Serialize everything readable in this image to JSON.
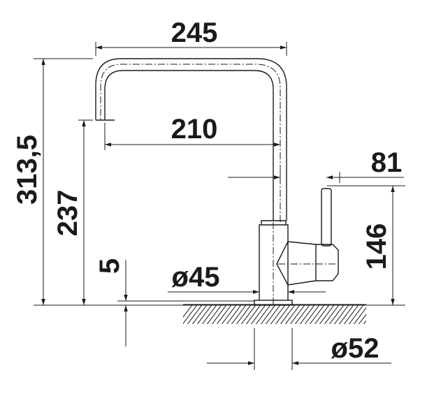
{
  "dimensions": {
    "width_total": "245",
    "spout_reach": "210",
    "handle_offset": "81",
    "height_total": "313,5",
    "spout_height": "237",
    "handle_height": "146",
    "base_thickness": "5",
    "base_diameter": "ø45",
    "hole_diameter": "ø52"
  },
  "colors": {
    "line": "#1a1a1a",
    "background": "#ffffff"
  }
}
